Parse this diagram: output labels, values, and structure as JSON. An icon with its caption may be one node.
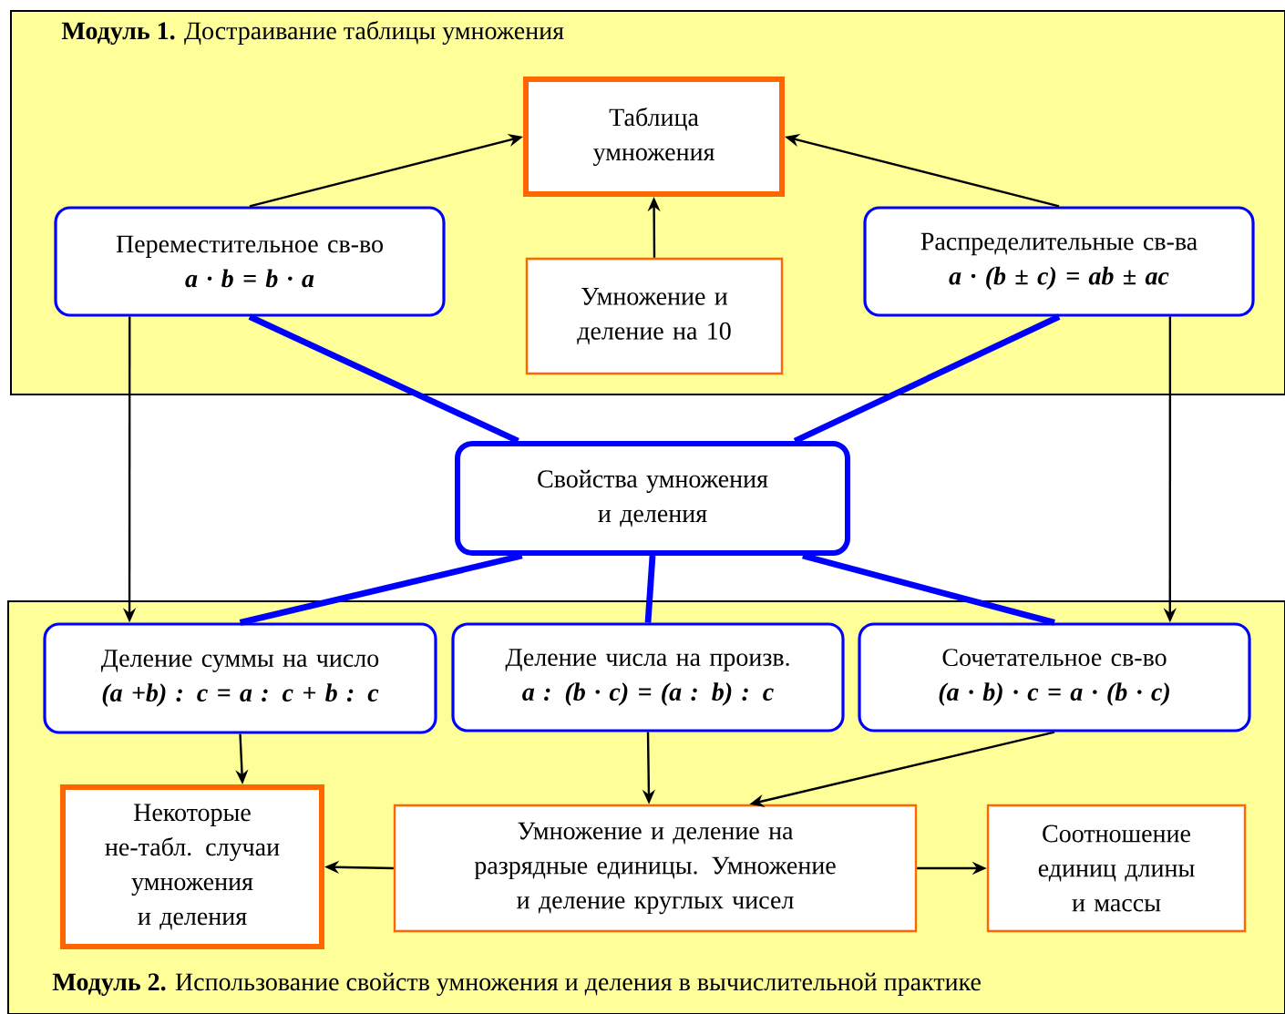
{
  "diagram": {
    "nodes": [
      {
        "text": [
          "**Модуль 1.** Достраивание таблицы умножения"
        ]
      },
      {
        "text": [
          "Таблица умножения"
        ],
        "in": 0
      },
      {
        "text": [
          "Переместительное св-во",
          "a · b = b · a"
        ],
        "in": 0
      },
      {
        "text": [
          "Умножение и деление на 10"
        ],
        "in": 0
      },
      {
        "text": [
          "Распределительные св-ва",
          "a · (b ± c) = ab ± ac"
        ],
        "in": 0
      },
      {
        "text": [
          "Свойства умножения и деления"
        ]
      },
      {
        "text": [
          "**Модуль 2.** Использование свойств умножения и деления в вычислительной практике"
        ]
      },
      {
        "text": [
          "Деление суммы на число",
          "(a +b) : c = a : c + b : c"
        ],
        "in": 6
      },
      {
        "text": [
          "Деление числа на произв.",
          "a : (b · c) = (a : b) : c"
        ],
        "in": 6
      },
      {
        "text": [
          "Сочетательное св-во",
          "(a · b) · c = a · (b · c)"
        ],
        "in": 6
      },
      {
        "text": [
          "Некоторые не-табл. случаи умножения и деления"
        ],
        "in": 6
      },
      {
        "text": [
          "Умножение и деление на разрядные единицы. Умножение и деление круглых чисел"
        ],
        "in": 6
      },
      {
        "text": [
          "Соотношение единиц длины и массы"
        ],
        "in": 6
      }
    ],
    "edges": [
      {
        "from": 2,
        "to": 1,
        "arrow": "to"
      },
      {
        "from": 4,
        "to": 1,
        "arrow": "to"
      },
      {
        "from": 3,
        "to": 1,
        "arrow": "to"
      },
      {
        "from": 2,
        "to": 7,
        "arrow": "to"
      },
      {
        "from": 4,
        "to": 9,
        "arrow": "to"
      },
      {
        "from": 5,
        "to": 2,
        "arrow": "none",
        "style": "thick",
        "color": "#0000ff"
      },
      {
        "from": 5,
        "to": 4,
        "arrow": "none",
        "style": "thick",
        "color": "#0000ff"
      },
      {
        "from": 5,
        "to": 7,
        "arrow": "none",
        "style": "thick",
        "color": "#0000ff"
      },
      {
        "from": 5,
        "to": 8,
        "arrow": "none",
        "style": "thick",
        "color": "#0000ff"
      },
      {
        "from": 5,
        "to": 9,
        "arrow": "none",
        "style": "thick",
        "color": "#0000ff"
      },
      {
        "from": 7,
        "to": 10,
        "arrow": "to"
      },
      {
        "from": 8,
        "to": 11,
        "arrow": "to"
      },
      {
        "from": 9,
        "to": 11,
        "arrow": "to"
      },
      {
        "from": 11,
        "to": 10,
        "arrow": "to"
      },
      {
        "from": 11,
        "to": 12,
        "arrow": "to"
      }
    ]
  }
}
